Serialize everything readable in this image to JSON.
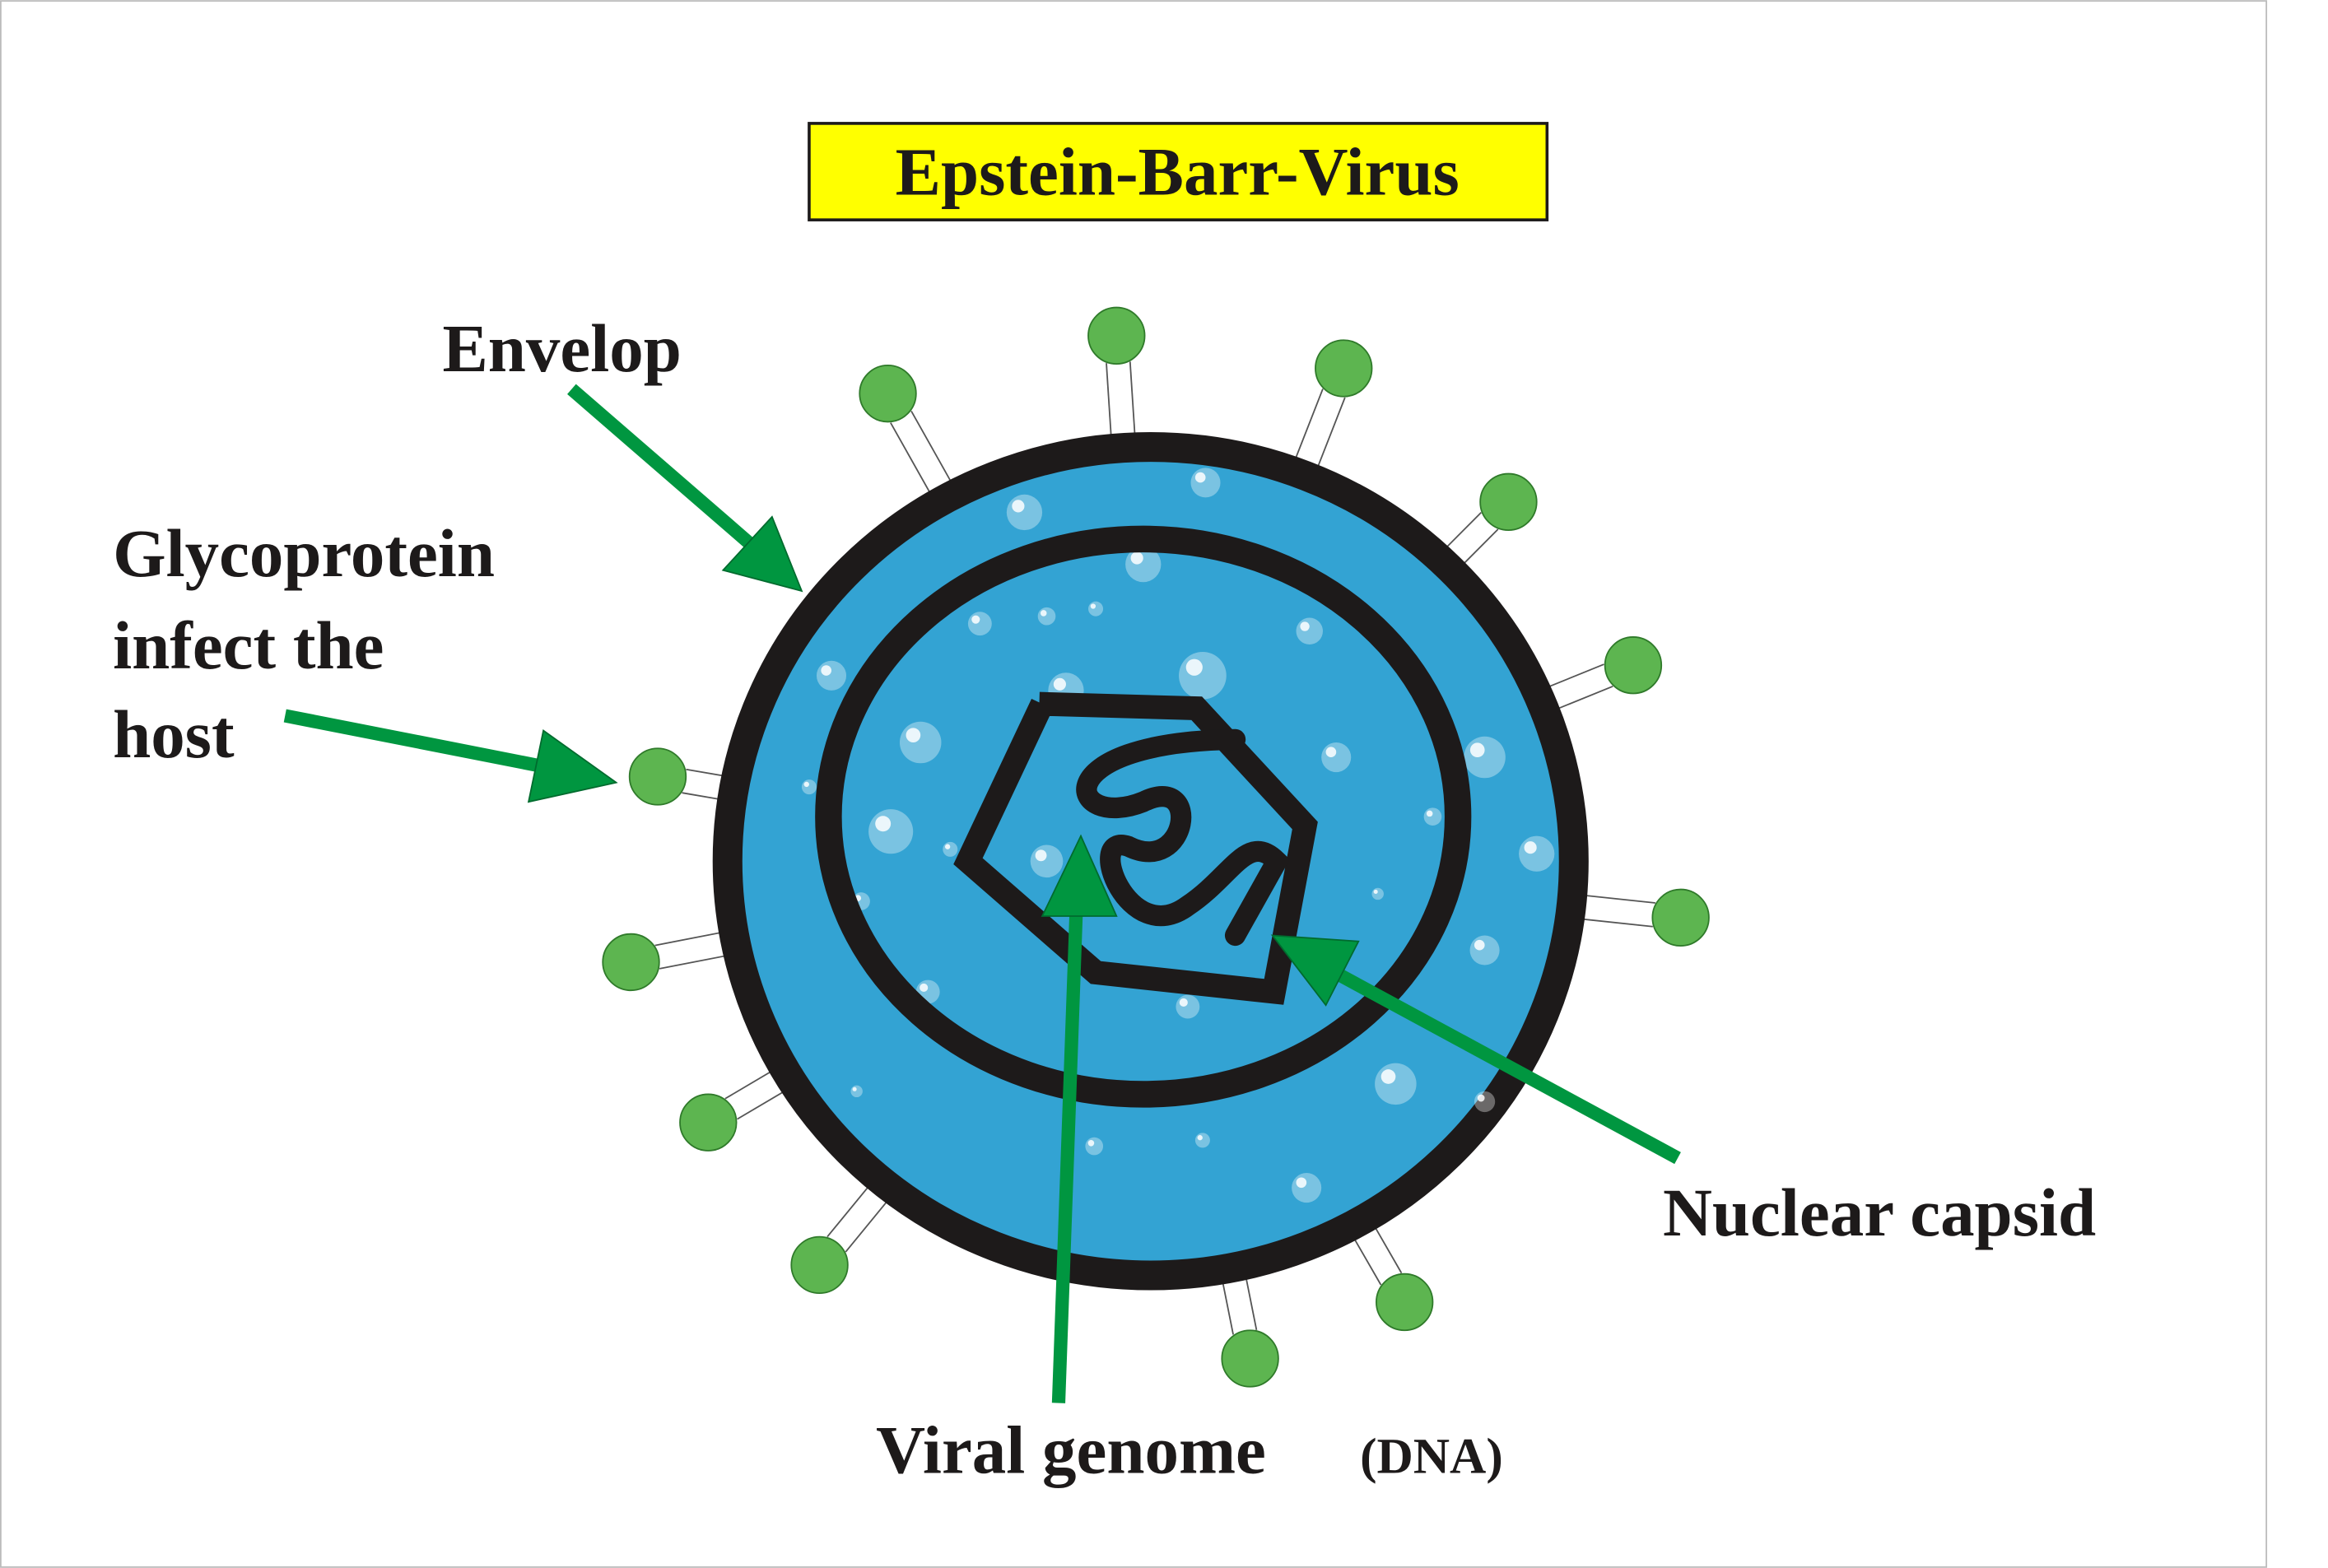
{
  "title": "Epstein-Barr-Virus",
  "labels": {
    "envelop": "Envelop",
    "glycoprotein_line1": "Glycoprotein",
    "glycoprotein_line2": "infect the",
    "glycoprotein_line3": "host",
    "nuclear_capsid": "Nuclear capsid",
    "viral_genome": "Viral genome",
    "viral_genome_suffix": "(DNA)"
  },
  "colors": {
    "title_bg": "#ffff00",
    "virus_fill": "#33a3d3",
    "outline": "#1d1a1a",
    "arrow": "#009640",
    "glycoprotein": "#5db550"
  }
}
